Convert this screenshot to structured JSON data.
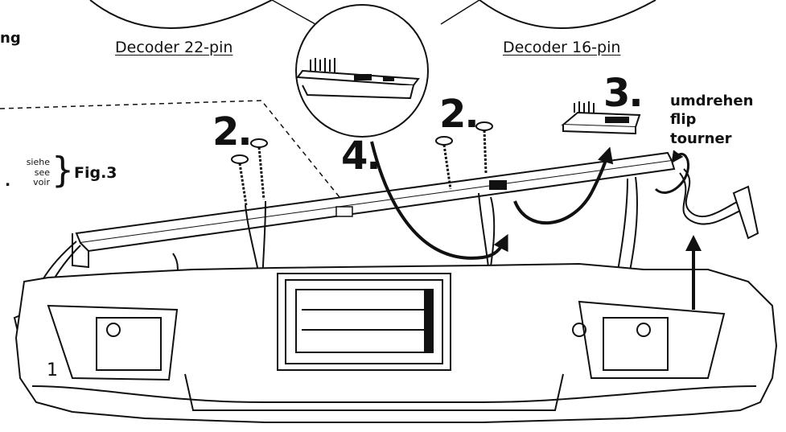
{
  "labels": {
    "top_left_fragment": "ng",
    "decoder_22": "Decoder 22-pin",
    "decoder_16": "Decoder 16-pin",
    "step_2_left": "2.",
    "step_2_right": "2.",
    "step_3": "3.",
    "step_4": "4.",
    "flip_de": "umdrehen",
    "flip_en": "flip",
    "flip_fr": "tourner",
    "ref_de": "siehe",
    "ref_en": "see",
    "ref_fr": "voir",
    "ref_fig": "Fig.3",
    "ref_brace": "}",
    "ref_dot": ".",
    "part_number": "1"
  },
  "colors": {
    "line": "#111111",
    "paper": "#ffffff"
  }
}
